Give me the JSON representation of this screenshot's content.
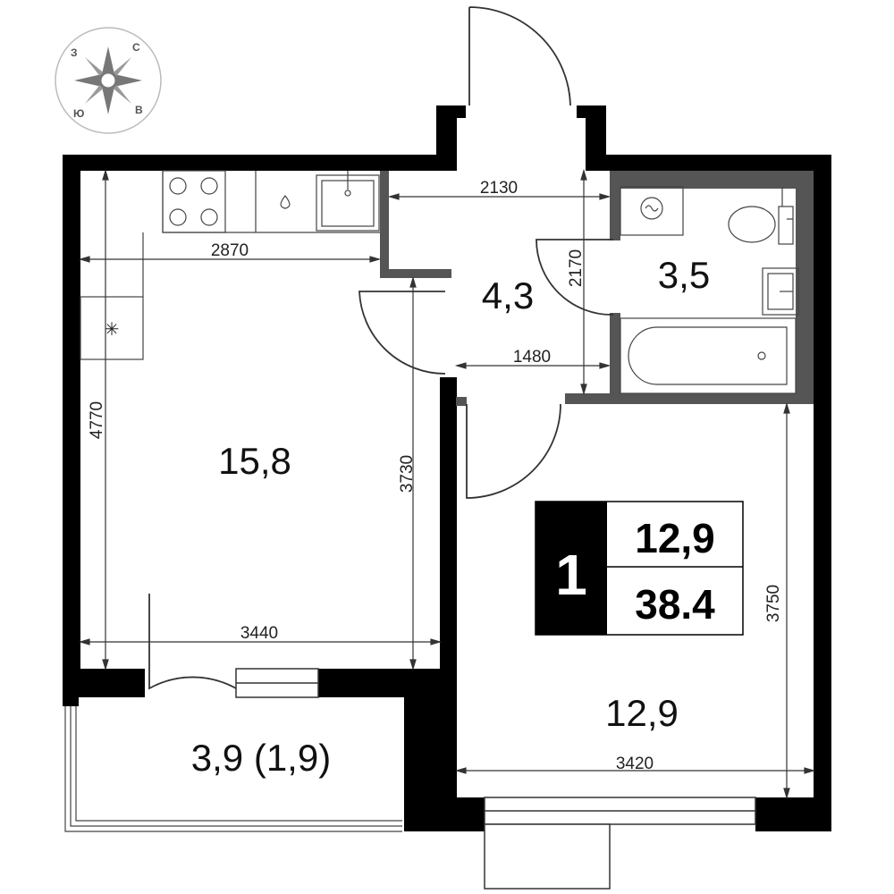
{
  "compass": {
    "letters": {
      "west": "З",
      "north": "С",
      "south": "Ю",
      "east": "В"
    }
  },
  "rooms": {
    "living_kitchen_area": "15,8",
    "hall_area": "4,3",
    "bathroom_area": "3,5",
    "bedroom_area": "12,9",
    "balcony_area": "3,9 (1,9)"
  },
  "dimensions": {
    "hall_width": "2130",
    "kitchen_width": "2870",
    "bath_depth": "2170",
    "hall_passage": "1480",
    "living_height": "4770",
    "living_inner_height": "3730",
    "living_width": "3440",
    "bedroom_height": "3750",
    "bedroom_width": "3420"
  },
  "summary_badge": {
    "rooms_count": "1",
    "living_area": "12,9",
    "total_area": "38.4"
  },
  "colors": {
    "wall": "#000000",
    "partition": "#555555",
    "line": "#333333",
    "fixture": "#444444"
  }
}
